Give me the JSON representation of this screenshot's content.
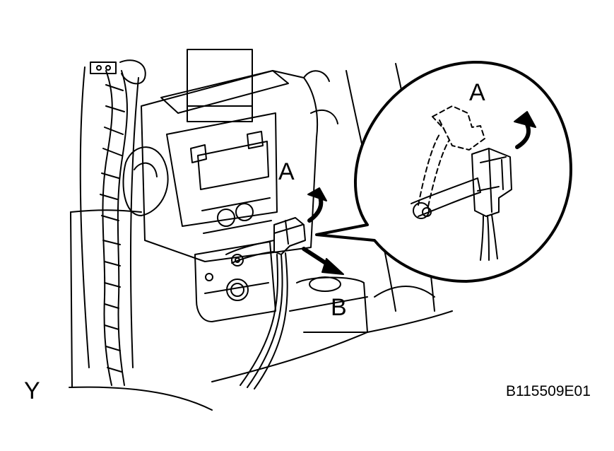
{
  "labels": {
    "callout_label": "A",
    "main_label_a": "A",
    "main_label_b": "B",
    "view_marker": "Y",
    "figure_code": "B115509E01"
  },
  "colors": {
    "line": "#000000",
    "background": "#ffffff"
  }
}
